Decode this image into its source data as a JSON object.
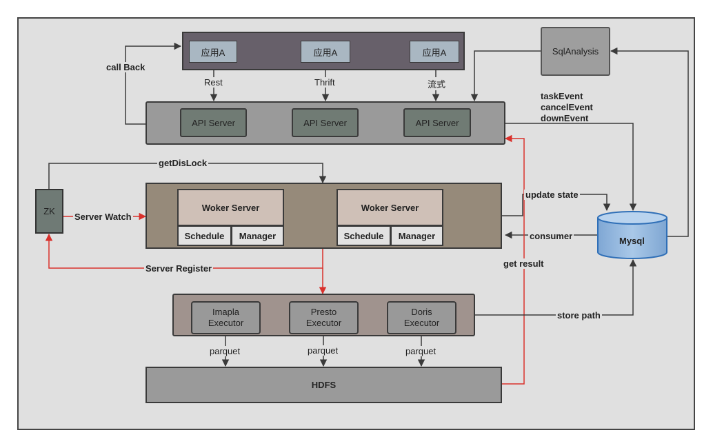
{
  "apps": {
    "a1": "应用A",
    "a2": "应用A",
    "a3": "应用A"
  },
  "protocols": {
    "rest": "Rest",
    "thrift": "Thrift",
    "stream": "流式"
  },
  "sql_analysis": "SqlAnalysis",
  "api_servers": {
    "s1": "API Server",
    "s2": "API Server",
    "s3": "API Server"
  },
  "callback": "call Back",
  "events": {
    "task": "taskEvent",
    "cancel": "cancelEvent",
    "down": "downEvent"
  },
  "get_dis_lock": "getDisLock",
  "zk": "ZK",
  "server_watch": "Server Watch",
  "server_register": "Server Register",
  "workers": [
    {
      "title": "Woker Server",
      "schedule": "Schedule",
      "manager": "Manager"
    },
    {
      "title": "Woker Server",
      "schedule": "Schedule",
      "manager": "Manager"
    }
  ],
  "update_state": "update state",
  "consumer": "consumer",
  "mysql": "Mysql",
  "get_result": "get result",
  "executors": {
    "impala": {
      "line1": "Imapla",
      "line2": "Executor"
    },
    "presto": {
      "line1": "Presto",
      "line2": "Executor"
    },
    "doris": {
      "line1": "Doris",
      "line2": "Executor"
    }
  },
  "store_path": "store path",
  "parquet": {
    "p1": "parquet",
    "p2": "parquet",
    "p3": "parquet"
  },
  "hdfs": "HDFS",
  "colors": {
    "red": "#d9302b",
    "dark": "#3a3a3a"
  }
}
